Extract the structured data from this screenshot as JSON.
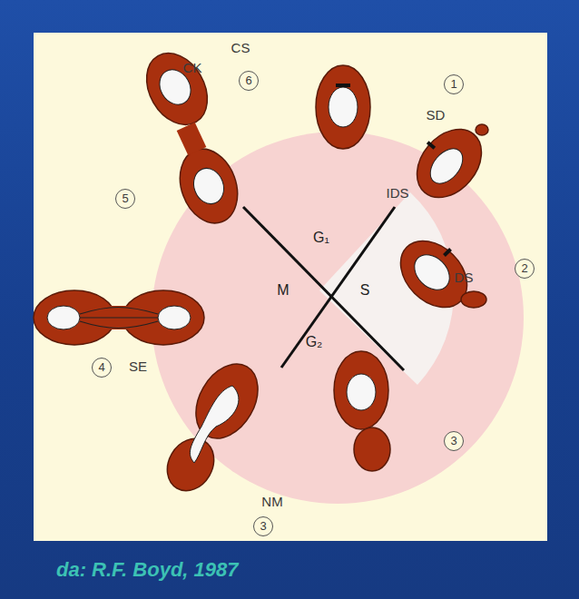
{
  "diagram": {
    "caption": "da: R.F. Boyd, 1987",
    "labels": [
      "CS",
      "CK",
      "6",
      "1",
      "SD",
      "IDS",
      "DS",
      "2",
      "G₁",
      "M",
      "S",
      "G₂",
      "5",
      "4",
      "SE",
      "3",
      "NM",
      "3"
    ]
  }
}
